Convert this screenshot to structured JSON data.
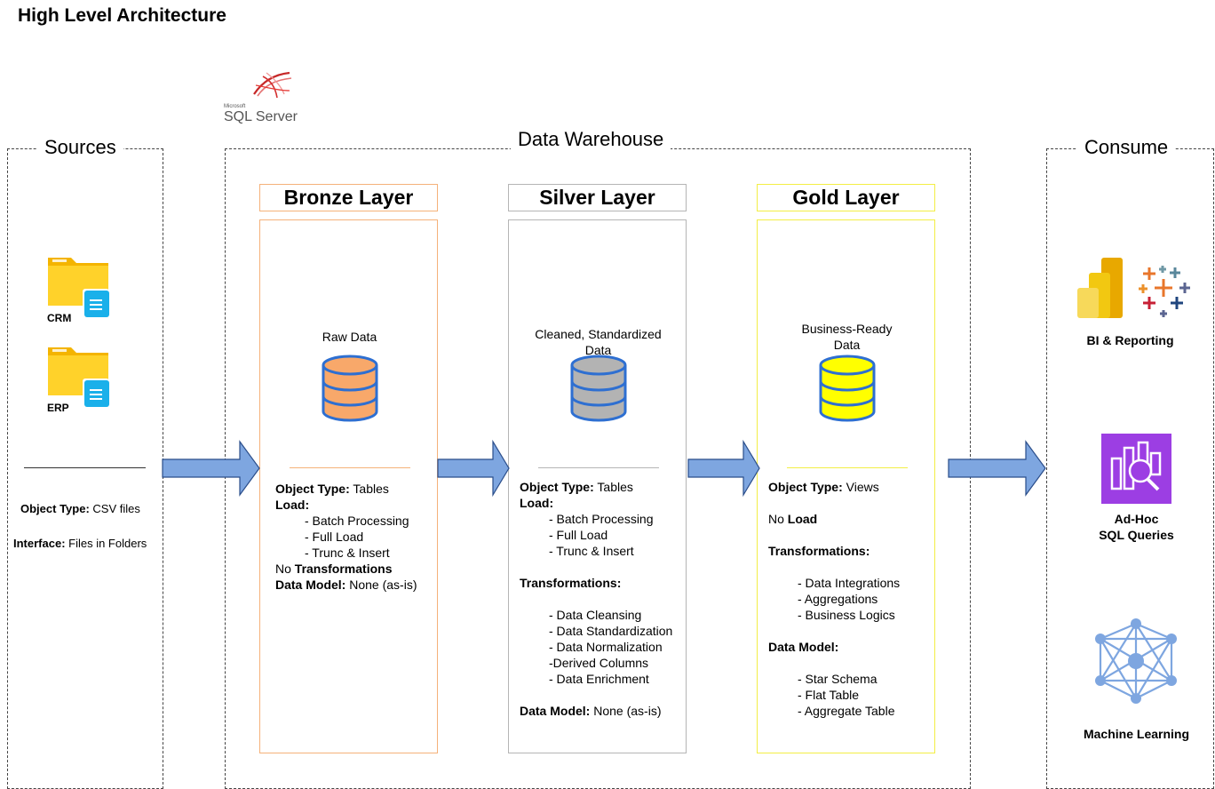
{
  "title": "High Level Architecture",
  "logo": {
    "text_small": "Microsoft",
    "text_main": "SQL Server"
  },
  "sources": {
    "title": "Sources",
    "items": [
      {
        "label": "CRM",
        "icon": "folder-icon"
      },
      {
        "label": "ERP",
        "icon": "folder-icon"
      }
    ],
    "object_type_label": "Object Type:",
    "object_type_value": " CSV files",
    "interface_label": "Interface:",
    "interface_value": " Files in Folders"
  },
  "warehouse": {
    "title": "Data Warehouse",
    "bronze": {
      "title": "Bronze Layer",
      "caption": "Raw Data",
      "color": "#f8a86a",
      "object_type_label": "Object Type:",
      "object_type_value": " Tables",
      "load_label": "Load:",
      "load_items": [
        "- Batch Processing",
        "- Full Load",
        "- Trunc & Insert"
      ],
      "no_text": "No ",
      "transformations_label": "Transformations",
      "data_model_label": "Data Model:",
      "data_model_value": " None (as-is)"
    },
    "silver": {
      "title": "Silver Layer",
      "caption_line1": "Cleaned, Standardized",
      "caption_line2": "Data",
      "color": "#b3b3b3",
      "object_type_label": "Object Type:",
      "object_type_value": " Tables",
      "load_label": "Load:",
      "load_items": [
        "- Batch Processing",
        "- Full Load",
        "- Trunc & Insert"
      ],
      "transformations_label": "Transformations:",
      "transformation_items": [
        "- Data Cleansing",
        "- Data Standardization",
        "- Data Normalization",
        "-Derived Columns",
        "- Data Enrichment"
      ],
      "data_model_label": "Data Model:",
      "data_model_value": " None (as-is)"
    },
    "gold": {
      "title": "Gold Layer",
      "caption_line1": "Business-Ready",
      "caption_line2": "Data",
      "color": "#ffff00",
      "object_type_label": "Object Type:",
      "object_type_value": " Views",
      "no_text": "No ",
      "load_label": "Load",
      "transformations_label": "Transformations:",
      "transformation_items": [
        "- Data Integrations",
        "- Aggregations",
        "- Business Logics"
      ],
      "data_model_label": "Data Model:",
      "data_model_items": [
        "- Star Schema",
        "- Flat Table",
        "- Aggregate Table"
      ]
    }
  },
  "consume": {
    "title": "Consume",
    "bi_label": "BI & Reporting",
    "adhoc_line1": "Ad-Hoc",
    "adhoc_line2": "SQL Queries",
    "ml_label": "Machine Learning"
  },
  "colors": {
    "arrow": "#7ea6e0",
    "bronze_border": "#f5b27a",
    "silver_border": "#b5b5b5",
    "gold_border": "#f3ee45",
    "adhoc_bg": "#9c3ee3",
    "ml": "#7ea6e0"
  }
}
